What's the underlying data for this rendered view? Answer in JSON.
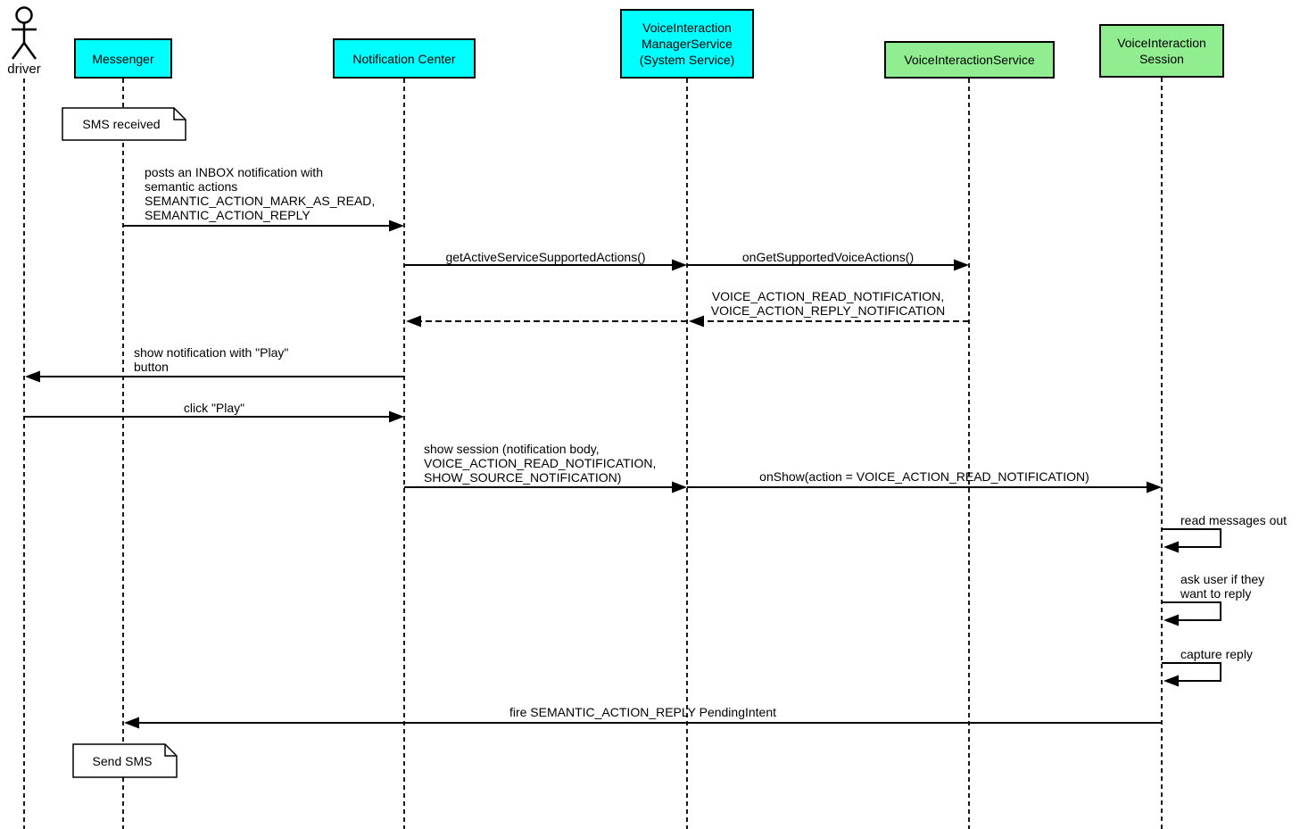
{
  "diagram_type": "uml-sequence-diagram",
  "colors": {
    "system_participant_fill": "#00ffff",
    "service_participant_fill": "#90ee90",
    "line": "#000000",
    "background": "#ffffff"
  },
  "actor": {
    "label": "driver"
  },
  "participants": [
    {
      "id": "messenger",
      "label": "Messenger",
      "kind": "system"
    },
    {
      "id": "notification-center",
      "label": "Notification Center",
      "kind": "system"
    },
    {
      "id": "voice-interaction-manager-service",
      "label": "VoiceInteraction\nManagerService\n(System Service)",
      "kind": "system"
    },
    {
      "id": "voice-interaction-service",
      "label": "VoiceInteractionService",
      "kind": "service"
    },
    {
      "id": "voice-interaction-session",
      "label": "VoiceInteraction\nSession",
      "kind": "service"
    }
  ],
  "notes": [
    {
      "label": "SMS received",
      "attached_to": "messenger"
    },
    {
      "label": "Send SMS",
      "attached_to": "messenger"
    }
  ],
  "messages": [
    {
      "from": "Messenger",
      "to": "Notification Center",
      "style": "solid",
      "label": "posts an INBOX notification with\nsemantic actions\nSEMANTIC_ACTION_MARK_AS_READ,\nSEMANTIC_ACTION_REPLY"
    },
    {
      "from": "Notification Center",
      "to": "VoiceInteraction ManagerService",
      "style": "solid",
      "label": "getActiveServiceSupportedActions()"
    },
    {
      "from": "VoiceInteraction ManagerService",
      "to": "VoiceInteractionService",
      "style": "solid",
      "label": "onGetSupportedVoiceActions()"
    },
    {
      "from": "VoiceInteractionService",
      "to": "VoiceInteraction ManagerService",
      "style": "dashed-return",
      "label": "VOICE_ACTION_READ_NOTIFICATION,\nVOICE_ACTION_REPLY_NOTIFICATION"
    },
    {
      "from": "VoiceInteraction ManagerService",
      "to": "Notification Center",
      "style": "dashed-return",
      "label": ""
    },
    {
      "from": "Notification Center",
      "to": "driver",
      "style": "solid",
      "label": "show notification with \"Play\"\nbutton"
    },
    {
      "from": "driver",
      "to": "Notification Center",
      "style": "solid",
      "label": "click \"Play\""
    },
    {
      "from": "Notification Center",
      "to": "VoiceInteraction ManagerService",
      "style": "solid",
      "label": "show session (notification body,\nVOICE_ACTION_READ_NOTIFICATION,\nSHOW_SOURCE_NOTIFICATION)"
    },
    {
      "from": "VoiceInteraction ManagerService",
      "to": "VoiceInteraction Session",
      "style": "solid",
      "label": "onShow(action = VOICE_ACTION_READ_NOTIFICATION)"
    },
    {
      "from": "VoiceInteraction Session",
      "to": "VoiceInteraction Session",
      "style": "self",
      "label": "read messages out"
    },
    {
      "from": "VoiceInteraction Session",
      "to": "VoiceInteraction Session",
      "style": "self",
      "label": "ask user if they\nwant to reply"
    },
    {
      "from": "VoiceInteraction Session",
      "to": "VoiceInteraction Session",
      "style": "self",
      "label": "capture reply"
    },
    {
      "from": "VoiceInteraction Session",
      "to": "Messenger",
      "style": "solid",
      "label": "fire SEMANTIC_ACTION_REPLY PendingIntent"
    }
  ]
}
